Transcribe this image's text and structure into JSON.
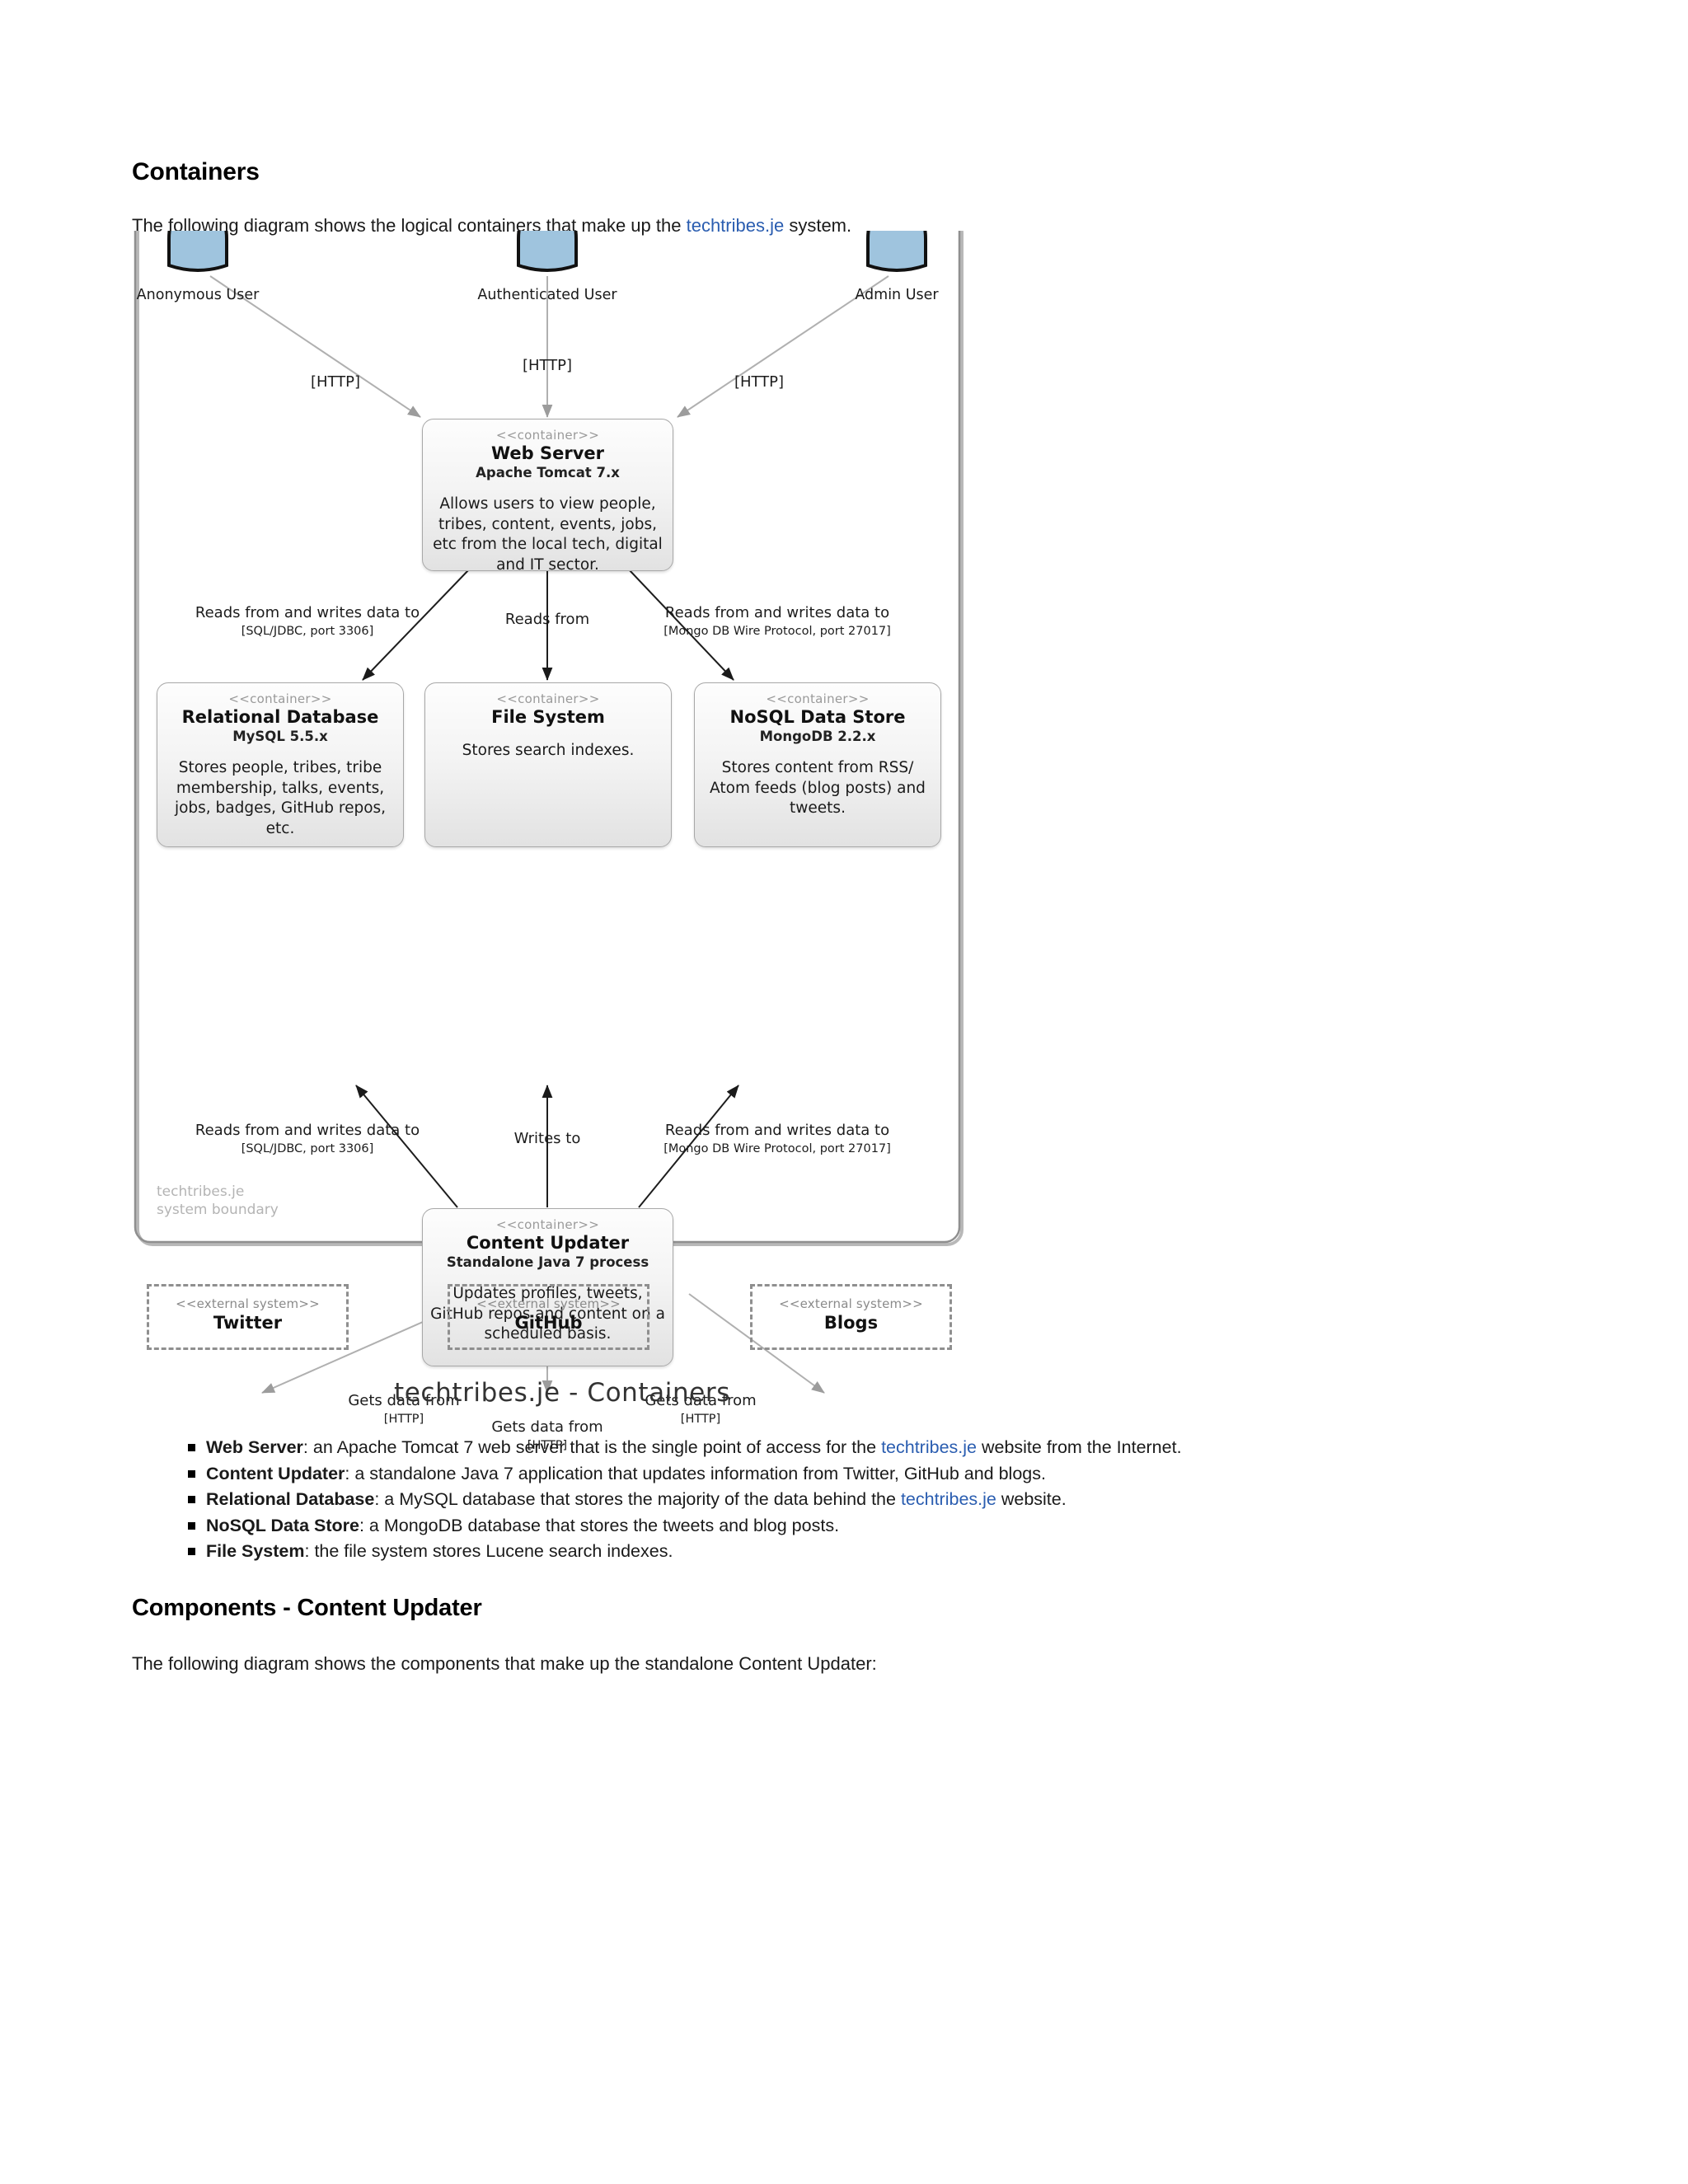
{
  "document": {
    "heading_containers": "Containers",
    "intro_before": "The following diagram shows the logical containers that make up the ",
    "intro_link": "techtribes.je",
    "intro_after": " system.",
    "heading_components": "Components - Content Updater",
    "components_paragraph": "The following diagram shows the components that make up the standalone Content Updater:"
  },
  "bullets": [
    {
      "term": "Web Server",
      "text_before": ": an Apache Tomcat 7 web server that is the single point of access for the ",
      "link": "techtribes.je",
      "text_after": " website from the Internet."
    },
    {
      "term": "Content Updater",
      "text_before": ": a standalone Java 7 application that updates information from Twitter, GitHub and blogs.",
      "link": "",
      "text_after": ""
    },
    {
      "term": "Relational Database",
      "text_before": ": a MySQL database that stores the majority of the data behind the ",
      "link": "techtribes.je",
      "text_after": " website."
    },
    {
      "term": "NoSQL Data Store",
      "text_before": ": a MongoDB database that stores the tweets and blog posts.",
      "link": "",
      "text_after": ""
    },
    {
      "term": "File System",
      "text_before": ": the file system stores Lucene search indexes.",
      "link": "",
      "text_after": ""
    }
  ],
  "diagram": {
    "caption": "techtribes.je - Containers",
    "boundary_label_line1": "techtribes.je",
    "boundary_label_line2": "system boundary",
    "actors": [
      {
        "name": "Anonymous User"
      },
      {
        "name": "Authenticated User"
      },
      {
        "name": "Admin User"
      }
    ],
    "actor_edges": [
      {
        "label": "[HTTP]"
      },
      {
        "label": "[HTTP]"
      },
      {
        "label": "[HTTP]"
      }
    ],
    "containers": [
      {
        "id": "web-server",
        "stereotype": "<<container>>",
        "name": "Web Server",
        "technology": "Apache Tomcat 7.x",
        "description": "Allows users to view people, tribes, content, events, jobs, etc from the local tech, digital and IT sector."
      },
      {
        "id": "relational-database",
        "stereotype": "<<container>>",
        "name": "Relational Database",
        "technology": "MySQL 5.5.x",
        "description": "Stores people, tribes, tribe membership, talks, events, jobs, badges, GitHub repos, etc."
      },
      {
        "id": "file-system",
        "stereotype": "<<container>>",
        "name": "File System",
        "technology": "",
        "description": "Stores search indexes."
      },
      {
        "id": "nosql-data-store",
        "stereotype": "<<container>>",
        "name": "NoSQL Data Store",
        "technology": "MongoDB 2.2.x",
        "description": "Stores content from RSS/ Atom feeds (blog posts) and tweets."
      },
      {
        "id": "content-updater",
        "stereotype": "<<container>>",
        "name": "Content Updater",
        "technology": "Standalone Java 7 process",
        "description": "Updates profiles, tweets, GitHub repos and content on a scheduled basis."
      }
    ],
    "external_systems": [
      {
        "stereotype": "<<external system>>",
        "name": "Twitter"
      },
      {
        "stereotype": "<<external system>>",
        "name": "GitHub"
      },
      {
        "stereotype": "<<external system>>",
        "name": "Blogs"
      }
    ],
    "relationships": [
      {
        "id": "ws-rdb",
        "label": "Reads from and writes data to",
        "protocol": "[SQL/JDBC, port 3306]"
      },
      {
        "id": "ws-fs",
        "label": "Reads from",
        "protocol": ""
      },
      {
        "id": "ws-nosql",
        "label": "Reads from and writes data to",
        "protocol": "[Mongo DB Wire Protocol, port 27017]"
      },
      {
        "id": "cu-rdb",
        "label": "Reads from and writes data to",
        "protocol": "[SQL/JDBC, port 3306]"
      },
      {
        "id": "cu-fs",
        "label": "Writes to",
        "protocol": ""
      },
      {
        "id": "cu-nosql",
        "label": "Reads from and writes data to",
        "protocol": "[Mongo DB Wire Protocol, port 27017]"
      },
      {
        "id": "cu-twitter",
        "label": "Gets data from",
        "protocol": "[HTTP]"
      },
      {
        "id": "cu-github",
        "label": "Gets data from",
        "protocol": "[HTTP]"
      },
      {
        "id": "cu-blogs",
        "label": "Gets data from",
        "protocol": "[HTTP]"
      }
    ]
  },
  "colors": {
    "link": "#2a5db0",
    "boundary": "#9e9e9e",
    "container_border": "#a8a8a8",
    "actor_fill": "#9ec3dd"
  }
}
